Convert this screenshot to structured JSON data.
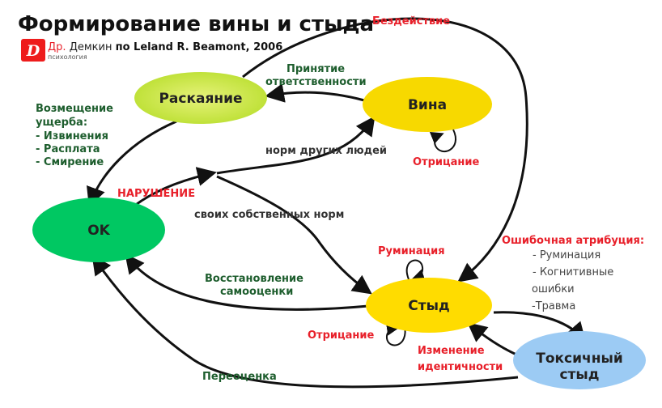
{
  "title": "Формирование вины и стыда",
  "byline": {
    "logo_letter": "D",
    "dr": "Др.",
    "name": "Демкин",
    "logo_sub": "психология",
    "source": "по Leland R. Beamont, 2006"
  },
  "nodes": {
    "remorse": "Раскаяние",
    "guilt": "Вина",
    "ok": "OK",
    "shame": "Стыд",
    "toxic_1": "Токсичный",
    "toxic_2": "стыд"
  },
  "labels": {
    "inaction": "Бездействие",
    "accept_1": "Принятие",
    "accept_2": "ответственности",
    "compensation": [
      "Возмещение",
      "ущерба:",
      "- Извинения",
      "- Расплата",
      "- Смирение"
    ],
    "others_norms": "норм других людей",
    "violation": "НАРУШЕНИЕ",
    "own_norms": "своих собственных норм",
    "denial_guilt": "Отрицание",
    "rumination": "Руминация",
    "restore_1": "Восстановление",
    "restore_2": "самооценки",
    "denial_shame": "Отрицание",
    "identity_1": "Изменение",
    "identity_2": "идентичности",
    "reassess": "Переоценка",
    "misattr_title": "Ошибочная атрибуция:",
    "misattr_items": [
      "- Руминация",
      "- Когнитивные",
      "ошибки",
      "-Травма"
    ]
  },
  "colors": {
    "remorse": "#c6e33a",
    "guilt": "#f7d900",
    "ok": "#00c862",
    "shame": "#ffdc00",
    "toxic": "#9ccbf4",
    "accent_red": "#e8202a",
    "green_text": "#1e5e2e"
  }
}
